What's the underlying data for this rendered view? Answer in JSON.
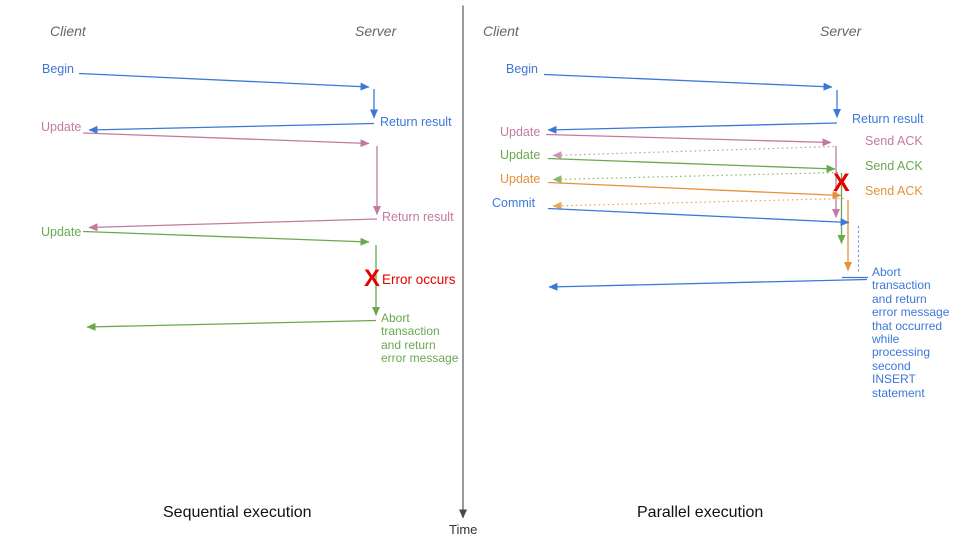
{
  "palette": {
    "blue": "#3c78d8",
    "pink": "#c27ba0",
    "green": "#6aa84f",
    "orange": "#e69138",
    "red": "#e60000",
    "header_gray": "#666666",
    "axis_gray": "#474747",
    "title_black": "#111111"
  },
  "time_axis": {
    "label": "Time"
  },
  "left_panel": {
    "title": "Sequential execution",
    "client_header": "Client",
    "server_header": "Server",
    "begin_label": "Begin",
    "begin_return_label": "Return result",
    "update1_label": "Update",
    "update1_return_label": "Return result",
    "update2_label": "Update",
    "error_mark": "X",
    "error_label": "Error occurs",
    "abort_message_lines": [
      "Abort",
      "transaction",
      "and return",
      "error message"
    ]
  },
  "right_panel": {
    "title": "Parallel execution",
    "client_header": "Client",
    "server_header": "Server",
    "begin_label": "Begin",
    "begin_return_label": "Return result",
    "update1_label": "Update",
    "update1_ack_label": "Send ACK",
    "update2_label": "Update",
    "update2_ack_label": "Send ACK",
    "update3_label": "Update",
    "update3_ack_label": "Send ACK",
    "commit_label": "Commit",
    "error_mark": "X",
    "abort_message_lines": [
      "Abort",
      "transaction",
      "and return",
      "error message",
      "that occurred",
      "while",
      "processing",
      "second",
      "INSERT",
      "statement"
    ]
  }
}
